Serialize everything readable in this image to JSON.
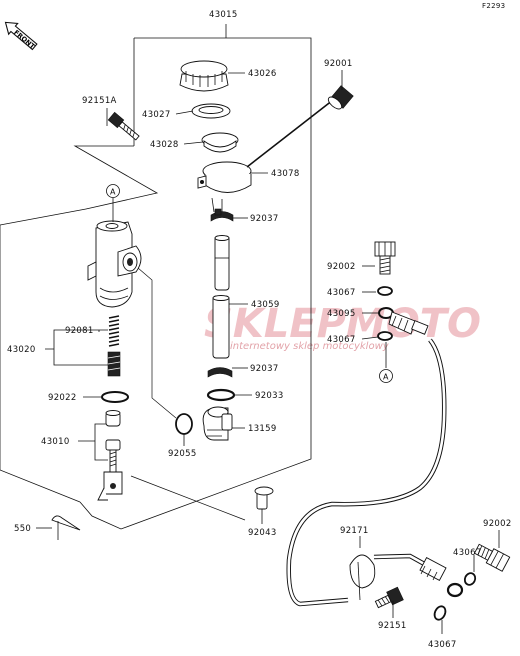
{
  "figure_code": "F2293",
  "front_label": "FRONT",
  "callout_marker": "A",
  "watermark": {
    "brand": "SKLEPMOTO",
    "subtitle": "internetowy sklep motocyklowy",
    "color": "#e07a84"
  },
  "parts": {
    "p43015": "43015",
    "p43026": "43026",
    "p43027": "43027",
    "p43028": "43028",
    "p43078": "43078",
    "p92037a": "92037",
    "p43059": "43059",
    "p92037b": "92037",
    "p92033": "92033",
    "p13159": "13159",
    "p92055": "92055",
    "p92043": "92043",
    "p92001": "92001",
    "p92151A": "92151A",
    "p43020": "43020",
    "p92081": "92081",
    "p92022": "92022",
    "p43010": "43010",
    "p550": "550",
    "p92002a": "92002",
    "p43067a": "43067",
    "p43095": "43095",
    "p43067b": "43067",
    "p92171": "92171",
    "p92151": "92151",
    "p92002b": "92002",
    "p43067c": "43067",
    "p43067d": "43067"
  }
}
